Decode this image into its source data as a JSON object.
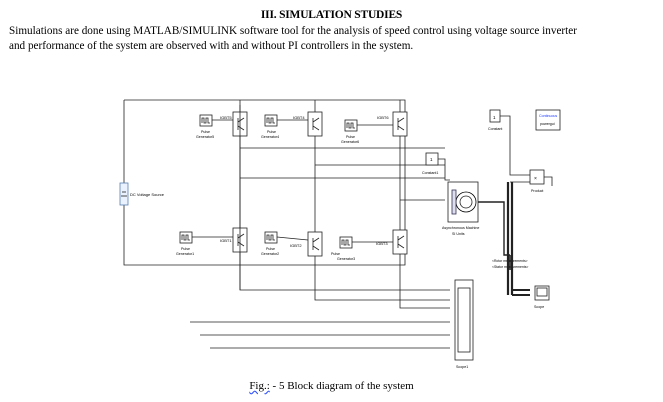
{
  "section": {
    "heading": "III. SIMULATION STUDIES",
    "paragraph_line1": "Simulations are done using MATLAB/SIMULINK software tool for the analysis of speed control using voltage source inverter",
    "paragraph_line2": "and performance of the system are observed with and without PI controllers in the system."
  },
  "figure": {
    "caption_prefix": "Fig.:",
    "caption_text": " - 5 Block diagram of the system",
    "blocks": {
      "pulse_generator_5": [
        "Pulse",
        "Generator5"
      ],
      "pulse_generator_4": [
        "Pulse",
        "Generator4"
      ],
      "pulse_generator_6": [
        "Pulse",
        "Generator6"
      ],
      "pulse_generator_1": [
        "Pulse",
        "Generator1"
      ],
      "pulse_generator_2": [
        "Pulse",
        "Generator2"
      ],
      "pulse_generator_3": [
        "Pulse",
        "Generator3"
      ],
      "igbt1": "IGBT1",
      "igbt2": "IGBT2",
      "igbt3": "IGBT3",
      "igbt4": "IGBT4",
      "igbt5": "IGBT5",
      "igbt6": "IGBT6",
      "dc_source": "DC Voltage Source",
      "constant": "Constant",
      "constant1": "Constant1",
      "constant_value": "1",
      "continuous": [
        "Continuous",
        "powergui"
      ],
      "product": "Product",
      "machine": [
        "Asynchronous Machine",
        "SI Units"
      ],
      "rotor_meas": "<Rotor measurements>",
      "stator_meas": "<Stator measurements>",
      "scope": "Scope",
      "scope1": "Scope1"
    }
  }
}
